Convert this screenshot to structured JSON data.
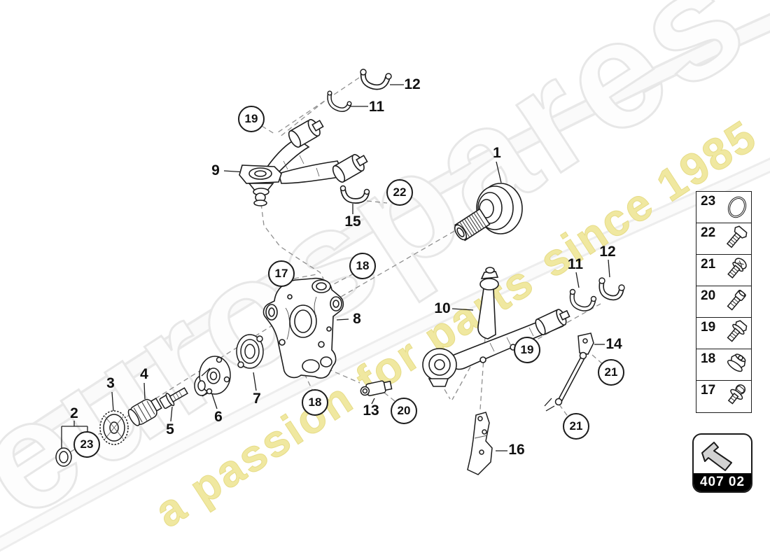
{
  "watermark": {
    "brand": "eurospares",
    "tagline_left": "a passion for parts",
    "tagline_right": "since 1985"
  },
  "labels": {
    "n1": "1",
    "n2": "2",
    "n3": "3",
    "n4": "4",
    "n5": "5",
    "n6": "6",
    "n7": "7",
    "n8": "8",
    "n9": "9",
    "n10": "10",
    "n11": "11",
    "n12": "12",
    "n13": "13",
    "n14": "14",
    "n15": "15",
    "n16": "16",
    "n17": "17",
    "n18": "18",
    "n19": "19",
    "n20": "20",
    "n21": "21",
    "n22": "22",
    "n23": "23"
  },
  "legend": {
    "rows": [
      {
        "num": "23",
        "icon": "o-ring"
      },
      {
        "num": "22",
        "icon": "hex-bolt"
      },
      {
        "num": "21",
        "icon": "pan-head-screw"
      },
      {
        "num": "20",
        "icon": "socket-head-bolt"
      },
      {
        "num": "19",
        "icon": "hex-flange-bolt"
      },
      {
        "num": "18",
        "icon": "flange-nut"
      },
      {
        "num": "17",
        "icon": "washer-bolt"
      }
    ]
  },
  "footer": {
    "code": "407 02"
  },
  "colors": {
    "line": "#1c1c1c",
    "dash": "#8f8f8f",
    "watermark_yellow": "#f0e8a0",
    "watermark_gray": "#e7e7e7"
  }
}
